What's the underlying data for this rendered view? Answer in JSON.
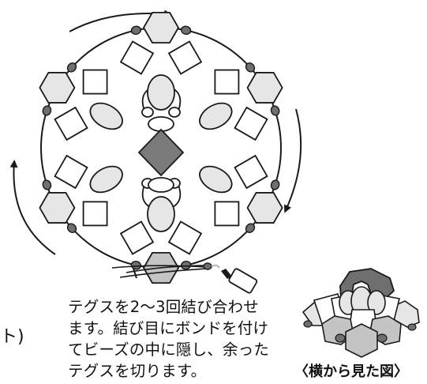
{
  "instruction": {
    "lines": [
      "テグスを2〜3回結び合わせ",
      "ます。結び目にボンドを付け",
      "てビーズの中に隠し、余った",
      "テグスを切ります。"
    ]
  },
  "side_view_caption": "〈横から見た図〉",
  "edge_fragment": "ト)",
  "colors": {
    "line": "#1a1a1a",
    "bead_light": "#e6e6e6",
    "bead_mid": "#c4c4c4",
    "bead_dark": "#6f6f6f",
    "diamond": "#7a7a7a",
    "white": "#ffffff"
  }
}
